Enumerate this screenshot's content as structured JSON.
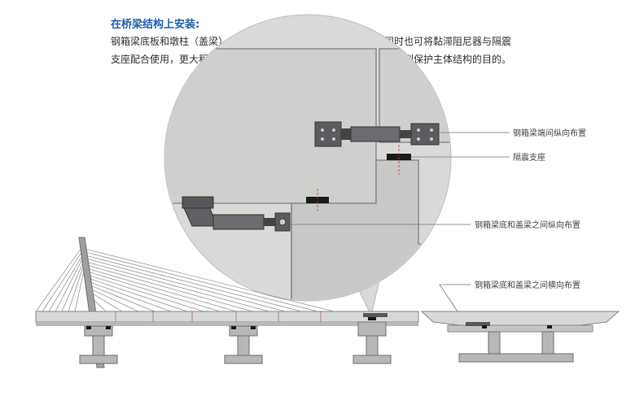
{
  "heading": "在桥梁结构上安装:",
  "description_lines": [
    "钢箱梁底板和墩柱（盖梁）之间纵向（横向）布置黏滞阻尼器，同时也可将黏滞阻尼器与隔震",
    "支座配合使用，更大程度的耗散外部激励输入桥梁结构中的能量，达到保护主体结构的目的。"
  ],
  "callouts": {
    "end_longitudinal": "钢箱梁端间纵向布置",
    "isolation_bearing": "隔震支座",
    "bottom_pier_longitudinal": "钢箱梁底和盖梁之间纵向布置",
    "bottom_pier_transverse": "钢箱梁底和盖梁之间横向布置"
  },
  "colors": {
    "heading": "#1f5fae",
    "concrete": "#d4d5d3",
    "damper": "#55575a",
    "bearing": "#1a1a1a"
  }
}
